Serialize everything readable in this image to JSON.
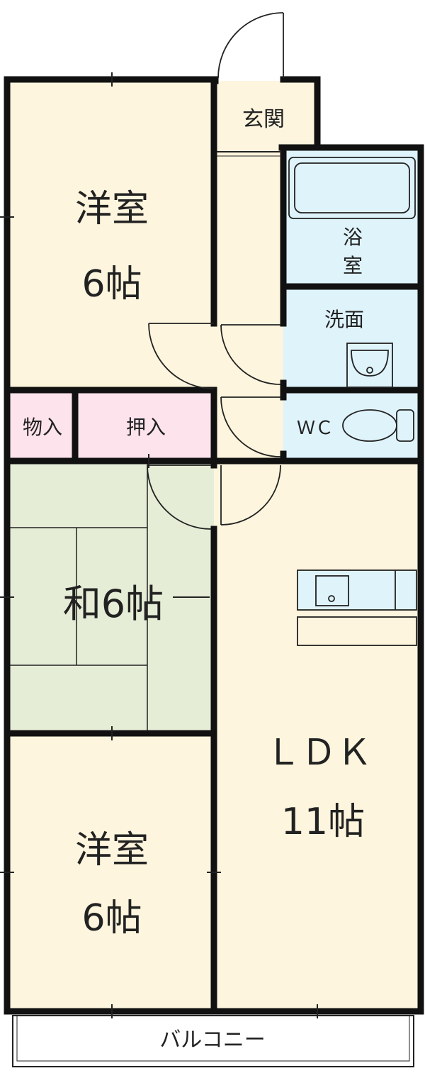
{
  "colors": {
    "wall": "#111111",
    "western_room": "#fdf5dd",
    "wet_area": "#dff3fb",
    "storage": "#fde3ec",
    "tatami": "#e5edd6",
    "ldk": "#fdf5dd",
    "hallway": "#fdf5dd",
    "fixture_line": "#222222"
  },
  "rooms": {
    "entrance": {
      "label": "玄関"
    },
    "bath": {
      "label_line1": "浴",
      "label_line2": "室"
    },
    "washroom": {
      "label": "洗面"
    },
    "wc": {
      "label": "ＷＣ"
    },
    "closet": {
      "label": "物入"
    },
    "oshiire": {
      "label": "押入"
    },
    "western_top": {
      "name": "洋室",
      "size": "6帖"
    },
    "japanese": {
      "label": "和6帖"
    },
    "western_bottom": {
      "name": "洋室",
      "size": "6帖"
    },
    "ldk": {
      "name": "ＬＤＫ",
      "size": "11帖"
    },
    "balcony": {
      "label": "バルコニー"
    }
  },
  "icons": {
    "toilet": "toilet-icon",
    "washbasin": "washbasin-icon",
    "bathtub": "bathtub-icon",
    "kitchen_sink": "kitchen-sink-icon"
  }
}
